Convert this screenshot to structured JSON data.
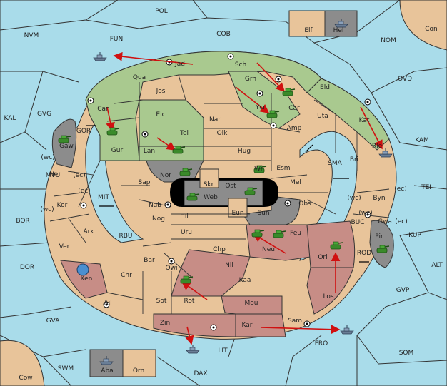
{
  "map": {
    "sea_labels": [
      "POL",
      "NVM",
      "FUN",
      "COB",
      "NOM",
      "OVD",
      "KAL",
      "GVG",
      "GOR",
      "KAM",
      "SMA",
      "TEI",
      "MVU",
      "MIT",
      "BOR",
      "RBU",
      "BUC",
      "KUP",
      "DOR",
      "ROD",
      "ALT",
      "GVP",
      "GVA",
      "FRO",
      "SOM",
      "SWM",
      "LIT",
      "DAX"
    ],
    "land_labels": [
      "Elf",
      "Hel",
      "Con",
      "Jad",
      "Sch",
      "Qua",
      "Jos",
      "Grh",
      "Eld",
      "Can",
      "Ycr",
      "Car",
      "Elc",
      "Nar",
      "Uta",
      "Kat",
      "Amp",
      "Gaw",
      "Tel",
      "Olk",
      "Gur",
      "Lan",
      "Hug",
      "Rle",
      "Bri",
      "Wil",
      "Esm",
      "Nor",
      "Skr",
      "Her",
      "Sap",
      "Ost",
      "Mel",
      "Web",
      "Byn",
      "Kor",
      "Nab",
      "Eun",
      "Obs",
      "Sun",
      "Gwa",
      "Ark",
      "Hil",
      "Nog",
      "Pir",
      "Uru",
      "Feu",
      "Ver",
      "Chp",
      "Neu",
      "Orl",
      "Bar",
      "Qwi",
      "Nil",
      "Ken",
      "Chr",
      "Kaa",
      "Sot",
      "Los",
      "Ail",
      "Rot",
      "Mou",
      "Sam",
      "Zin",
      "Kar",
      "Cow",
      "Aba",
      "Orn"
    ],
    "coast_markers": [
      "(wc)",
      "(ec)",
      "(ec)",
      "(wc)",
      "(wc)",
      "(ec)",
      "(wc)",
      "(ec)"
    ],
    "colors": {
      "sea": "#a9dcea",
      "neutral": "#e8c49a",
      "green_power": "#a9c98f",
      "red_power": "#c78d86",
      "grey": "#8c8c8c",
      "arrow": "#d01010",
      "army": "#3a8a2a",
      "fleet": "#5b6f86"
    },
    "unit_icons": [
      "tank-icon",
      "ship-icon",
      "globe-icon"
    ]
  }
}
